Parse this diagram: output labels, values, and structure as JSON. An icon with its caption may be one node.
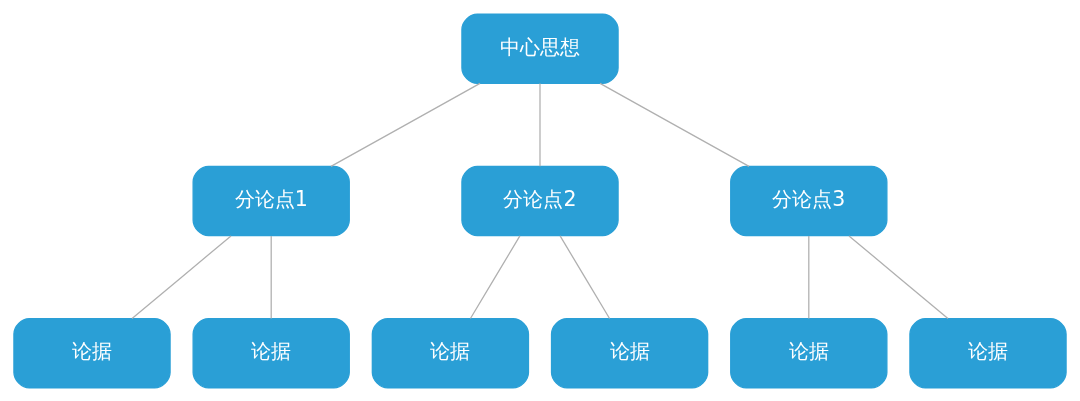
{
  "diagram": {
    "nodes": [
      {
        "text": [
          "中心思想"
        ]
      },
      {
        "text": [
          "分论点1"
        ]
      },
      {
        "text": [
          "分论点2"
        ]
      },
      {
        "text": [
          "分论点3"
        ]
      },
      {
        "text": [
          "论据"
        ]
      },
      {
        "text": [
          "论据"
        ]
      },
      {
        "text": [
          "论据"
        ]
      },
      {
        "text": [
          "论据"
        ]
      },
      {
        "text": [
          "论据"
        ]
      },
      {
        "text": [
          "论据"
        ]
      }
    ],
    "edges": [
      {
        "from": 0,
        "to": 1,
        "arrow": "none"
      },
      {
        "from": 0,
        "to": 2,
        "arrow": "none"
      },
      {
        "from": 0,
        "to": 3,
        "arrow": "none"
      },
      {
        "from": 1,
        "to": 4,
        "arrow": "none"
      },
      {
        "from": 1,
        "to": 5,
        "arrow": "none"
      },
      {
        "from": 2,
        "to": 6,
        "arrow": "none"
      },
      {
        "from": 2,
        "to": 7,
        "arrow": "none"
      },
      {
        "from": 3,
        "to": 8,
        "arrow": "none"
      },
      {
        "from": 3,
        "to": 9,
        "arrow": "none"
      }
    ]
  }
}
